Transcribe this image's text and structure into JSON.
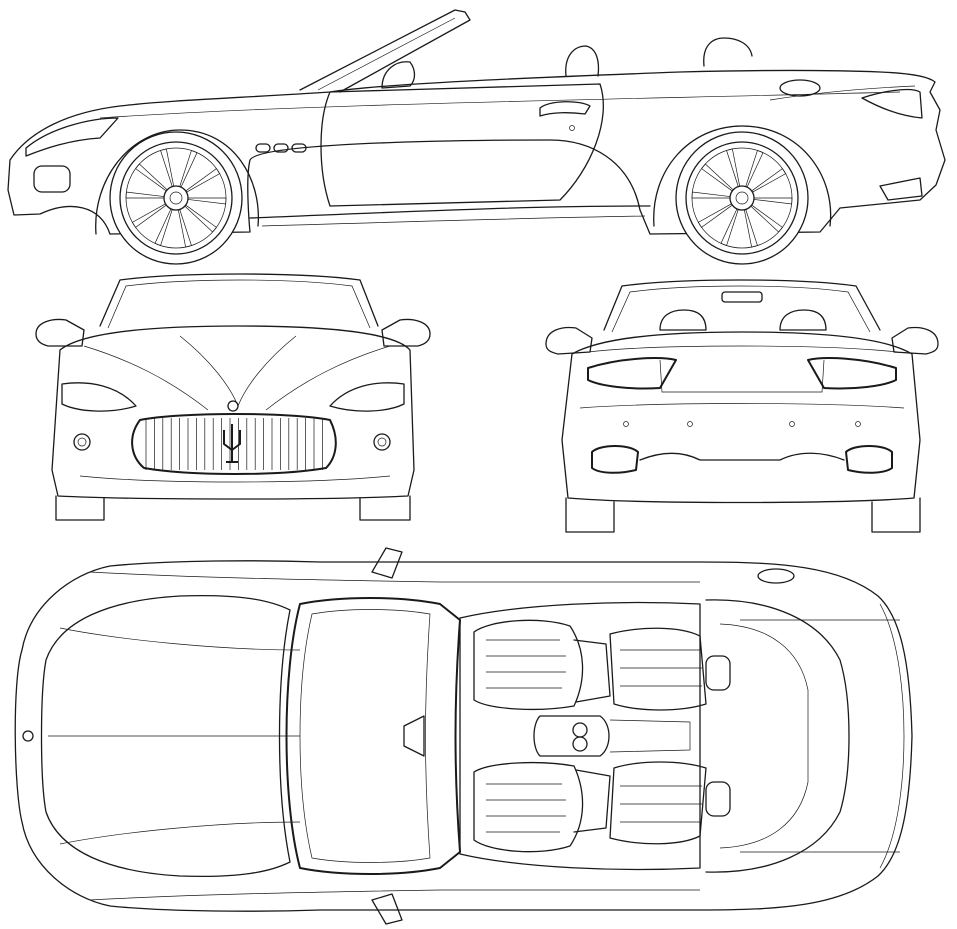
{
  "colors": {
    "background": "#ffffff",
    "line": "#1a1a1a"
  },
  "views": [
    {
      "name": "side-view"
    },
    {
      "name": "front-view"
    },
    {
      "name": "rear-view"
    },
    {
      "name": "top-view"
    }
  ]
}
